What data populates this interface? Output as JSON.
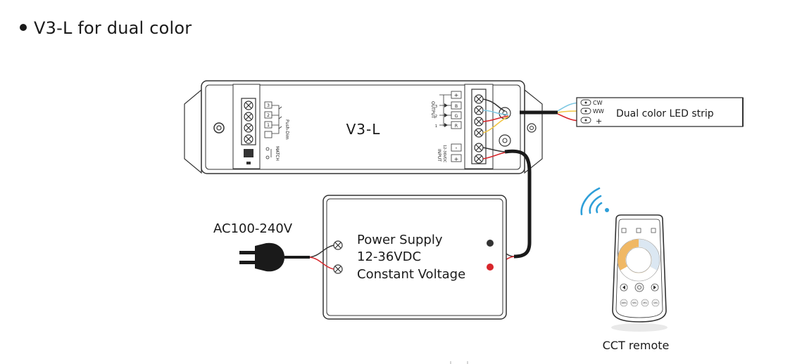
{
  "heading": "V3-L for dual color",
  "controller": {
    "model": "V3-L",
    "push_dim": "Push-Dim",
    "match": "MATCH",
    "output": "OUTPUT",
    "input": "INPUT",
    "input_voltage": "12-36VDC",
    "channels": [
      "3",
      "2",
      "1"
    ],
    "channel_tags": [
      "B",
      "G",
      "R"
    ],
    "plus": "+",
    "minus": "-"
  },
  "led_strip": {
    "label": "Dual color LED strip",
    "pins": [
      "CW",
      "WW",
      "+"
    ]
  },
  "power_supply": {
    "line1": "Power Supply",
    "line2": "12-36VDC",
    "line3": "Constant Voltage"
  },
  "ac_input": "AC100-240V",
  "remote": {
    "label": "CCT remote",
    "buttons": [
      "100%",
      "50%",
      "25%",
      "10%"
    ]
  },
  "colors": {
    "wire_blue": "#7ec8e3",
    "wire_yellow": "#f2c744",
    "wire_red": "#d8262b",
    "signal_blue": "#2e9fd9",
    "outline": "#333333"
  }
}
